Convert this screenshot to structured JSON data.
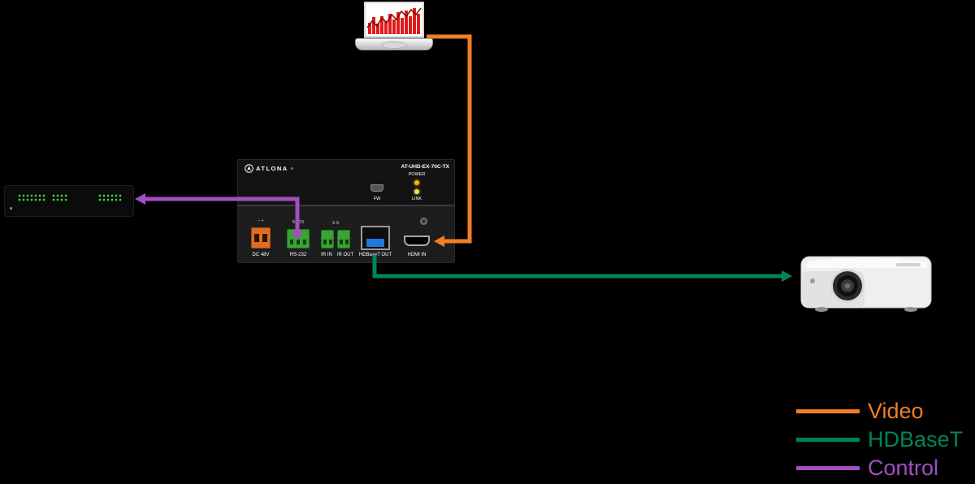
{
  "colors": {
    "background": "#000000",
    "video": "#F07E26",
    "hdbaset": "#00855B",
    "control": "#A14FC4",
    "led_green": "#3FD43F",
    "power_led": "#FFB400",
    "link_led": "#F5E04C"
  },
  "laptop": {
    "chart_bars": [
      40,
      62,
      38,
      66,
      46,
      74,
      52,
      80,
      58,
      86,
      66,
      94,
      74
    ]
  },
  "device": {
    "brand": "ATLONA",
    "brand_mark": "®",
    "model": "AT-UHD-EX-70C-TX",
    "power_label": "POWER",
    "link_label": "LINK",
    "fw_label": "FW",
    "pins": {
      "dc": "–  +",
      "rs232": "RX TX",
      "ir": "S      S"
    },
    "ports": [
      {
        "label": "DC 48V"
      },
      {
        "label": "RS-232"
      },
      {
        "label": "IR IN"
      },
      {
        "label": "IR OUT"
      },
      {
        "label": "HDBaseT OUT"
      },
      {
        "label": "HDMI IN"
      }
    ]
  },
  "legend": {
    "items": [
      {
        "label": "Video",
        "color": "#F07E26"
      },
      {
        "label": "HDBaseT",
        "color": "#00855B"
      },
      {
        "label": "Control",
        "color": "#A14FC4"
      }
    ]
  }
}
